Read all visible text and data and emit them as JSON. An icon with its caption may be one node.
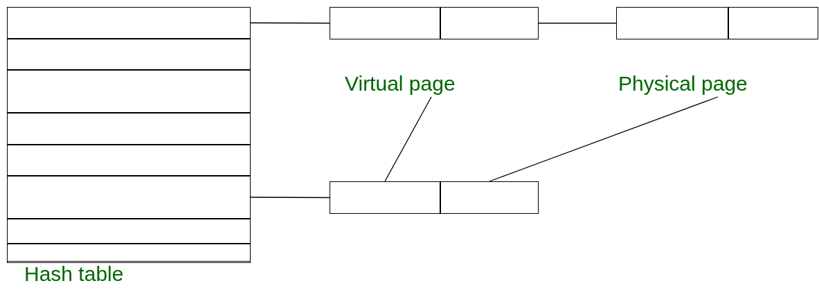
{
  "diagram": {
    "nodes": [
      {
        "text": [
          "Hash table"
        ]
      },
      {
        "text": [],
        "shape": "box",
        "in": 0
      },
      {
        "text": [],
        "shape": "box",
        "in": 0
      },
      {
        "text": [],
        "shape": "box",
        "in": 0
      },
      {
        "text": [],
        "shape": "box",
        "in": 0
      },
      {
        "text": [],
        "shape": "box",
        "in": 0
      },
      {
        "text": [],
        "shape": "box",
        "in": 0
      },
      {
        "text": [],
        "shape": "box",
        "in": 0
      },
      {
        "text": [],
        "shape": "box",
        "in": 0
      },
      {
        "text": [],
        "shape": "box"
      },
      {
        "text": [],
        "shape": "box",
        "in": 9
      },
      {
        "text": [],
        "shape": "box",
        "in": 9
      },
      {
        "text": [],
        "shape": "box"
      },
      {
        "text": [],
        "shape": "box",
        "in": 12
      },
      {
        "text": [],
        "shape": "box",
        "in": 12
      },
      {
        "text": [
          "Virtual page"
        ]
      },
      {
        "text": [
          "Physical page"
        ]
      },
      {
        "text": [],
        "shape": "box"
      },
      {
        "text": [],
        "shape": "box",
        "in": 17
      },
      {
        "text": [],
        "shape": "box",
        "in": 17
      }
    ],
    "edges": [
      {
        "from": 1,
        "to": 9,
        "arrow": "none"
      },
      {
        "from": 9,
        "to": 12,
        "arrow": "none"
      },
      {
        "from": 6,
        "to": 17,
        "arrow": "none"
      },
      {
        "from": 15,
        "to": 18,
        "arrow": "none"
      },
      {
        "from": 16,
        "to": 19,
        "arrow": "none"
      }
    ]
  }
}
